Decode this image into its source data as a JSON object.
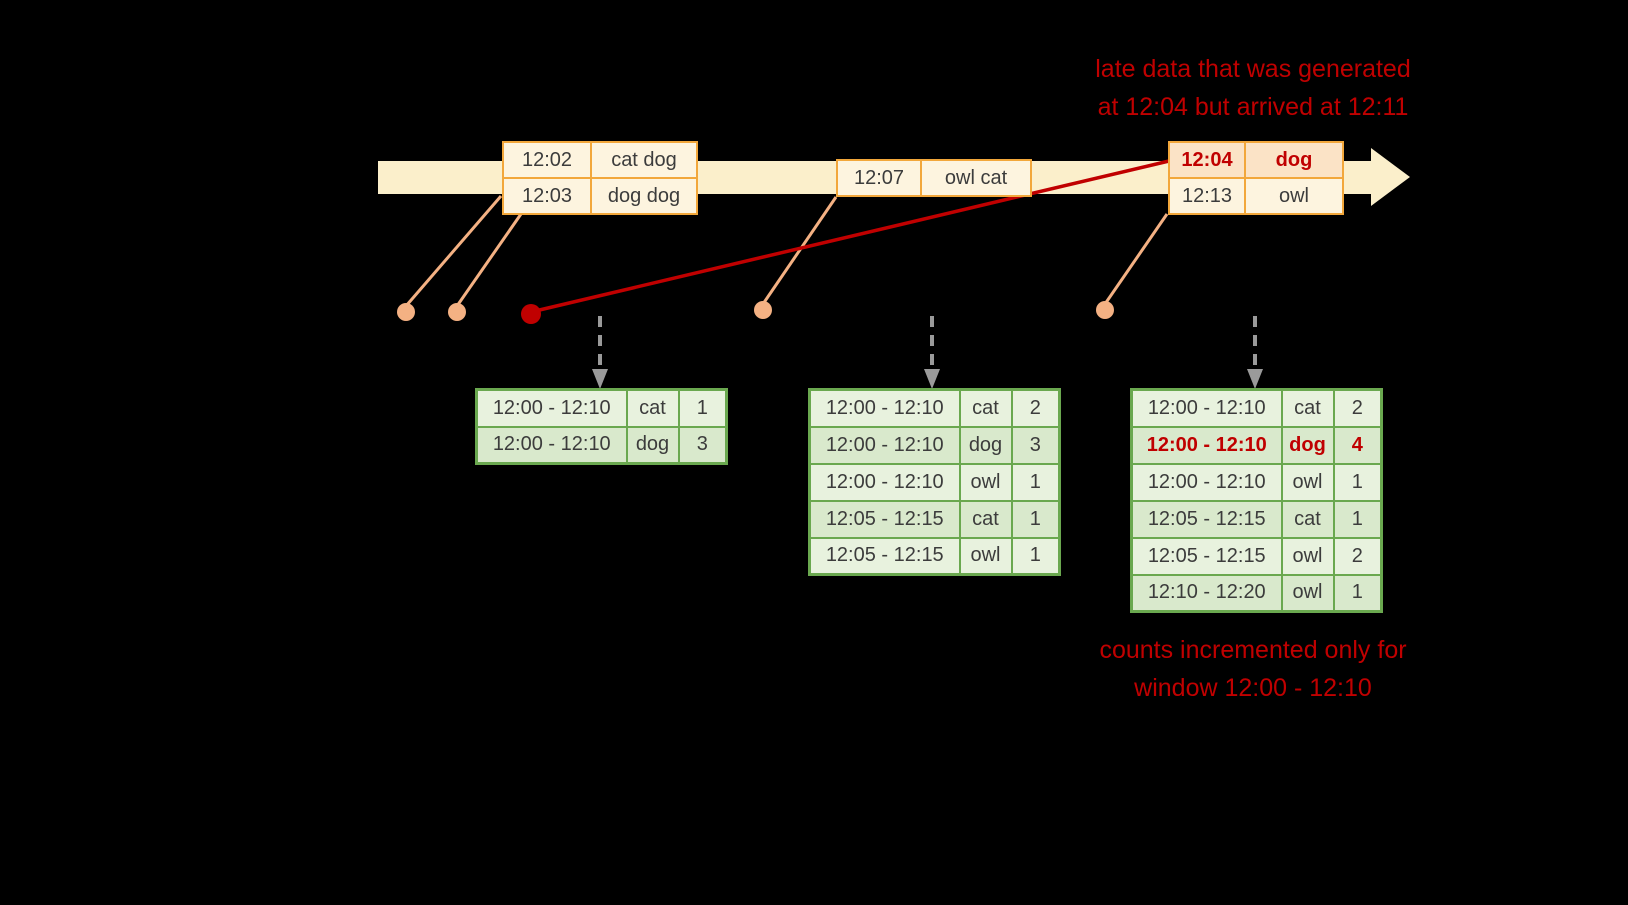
{
  "colors": {
    "background": "#000000",
    "red": "#c00000",
    "timeline-fill": "#fbefcb",
    "event-border": "#f2a73b",
    "event-fill": "#fdf4df",
    "event-late-fill": "#fbe3c6",
    "green-border": "#6aa84f",
    "green-row-a": "#e8f2de",
    "green-row-b": "#d9e9cc",
    "salmon": "#f4b183",
    "arrow-gray": "#9a9a9a",
    "cell-text": "#3c3c3c"
  },
  "annotations": {
    "late_data_line1": "late data that was generated",
    "late_data_line2": "at 12:04 but arrived at 12:11",
    "counts_line1": "counts incremented only for",
    "counts_line2": "window 12:00 - 12:10"
  },
  "event_tables": [
    {
      "rows": [
        {
          "time": "12:02",
          "words": "cat dog"
        },
        {
          "time": "12:03",
          "words": "dog dog"
        }
      ]
    },
    {
      "rows": [
        {
          "time": "12:07",
          "words": "owl cat"
        }
      ]
    },
    {
      "rows": [
        {
          "time": "12:04",
          "words": "dog",
          "late": true
        },
        {
          "time": "12:13",
          "words": "owl"
        }
      ]
    }
  ],
  "result_tables": [
    {
      "rows": [
        {
          "window": "12:00 - 12:10",
          "word": "cat",
          "count": "1"
        },
        {
          "window": "12:00 - 12:10",
          "word": "dog",
          "count": "3"
        }
      ]
    },
    {
      "rows": [
        {
          "window": "12:00 - 12:10",
          "word": "cat",
          "count": "2"
        },
        {
          "window": "12:00 - 12:10",
          "word": "dog",
          "count": "3"
        },
        {
          "window": "12:00 - 12:10",
          "word": "owl",
          "count": "1"
        },
        {
          "window": "12:05 - 12:15",
          "word": "cat",
          "count": "1"
        },
        {
          "window": "12:05 - 12:15",
          "word": "owl",
          "count": "1"
        }
      ]
    },
    {
      "rows": [
        {
          "window": "12:00 - 12:10",
          "word": "cat",
          "count": "2"
        },
        {
          "window": "12:00 - 12:10",
          "word": "dog",
          "count": "4",
          "highlight": true
        },
        {
          "window": "12:00 - 12:10",
          "word": "owl",
          "count": "1"
        },
        {
          "window": "12:05 - 12:15",
          "word": "cat",
          "count": "1"
        },
        {
          "window": "12:05 - 12:15",
          "word": "owl",
          "count": "2"
        },
        {
          "window": "12:10 - 12:20",
          "word": "owl",
          "count": "1"
        }
      ]
    }
  ]
}
